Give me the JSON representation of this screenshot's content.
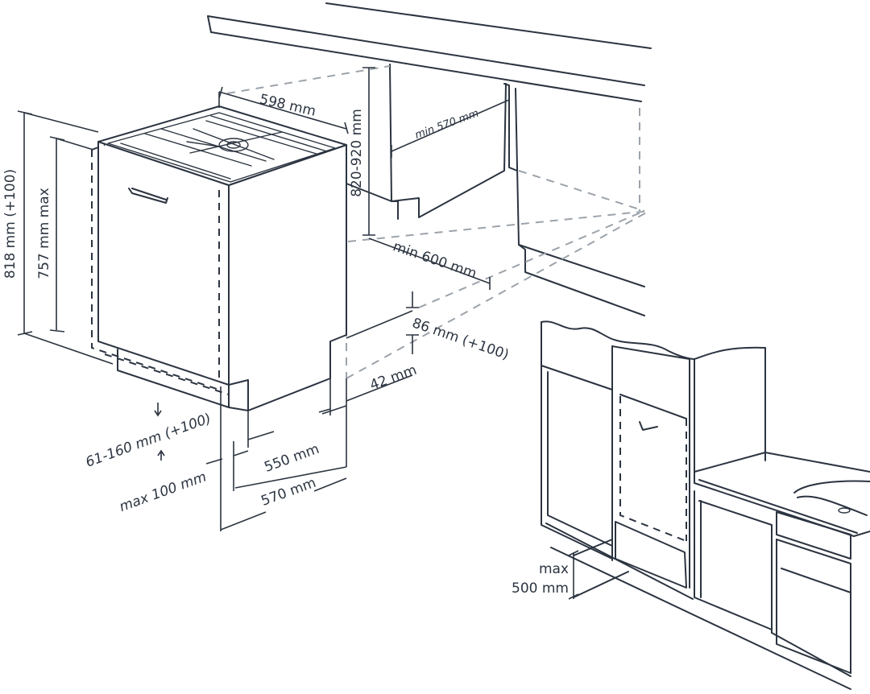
{
  "dimensions": {
    "width": "598 mm",
    "niche_height": "820-920 mm",
    "niche_depth": "min 570 mm",
    "niche_width": "min 600 mm",
    "total_height": "818 mm (+100)",
    "body_height": "757 mm max",
    "plinth_height": "86 mm (+100)",
    "plinth_offset": "42 mm",
    "foot_range": "61-160 mm (+100)",
    "front_max": "max 100 mm",
    "depth_inner": "550 mm",
    "depth_outer": "570 mm",
    "door_max_line1": "max",
    "door_max_line2": "500 mm"
  },
  "colors": {
    "line": "#2b3440",
    "background": "#ffffff"
  }
}
